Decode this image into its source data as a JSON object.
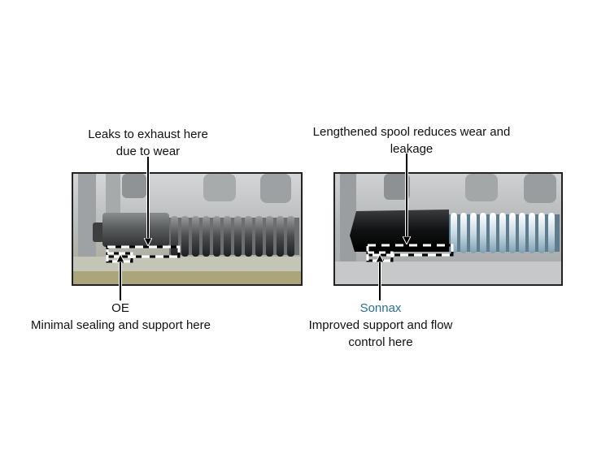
{
  "left_panel": {
    "top_label": [
      "Leaks to exhaust here",
      "due to wear"
    ],
    "brand_label": "OE",
    "bottom_label": "Minimal sealing and support here"
  },
  "right_panel": {
    "top_label": [
      "Lengthened spool reduces wear and",
      "leakage"
    ],
    "brand_label": "Sonnax",
    "bottom_label": [
      "Improved support and flow",
      "control here"
    ]
  },
  "colors": {
    "brand": "#2a6f96",
    "frame": "#222222",
    "highlight_dash": "#ffffff"
  }
}
